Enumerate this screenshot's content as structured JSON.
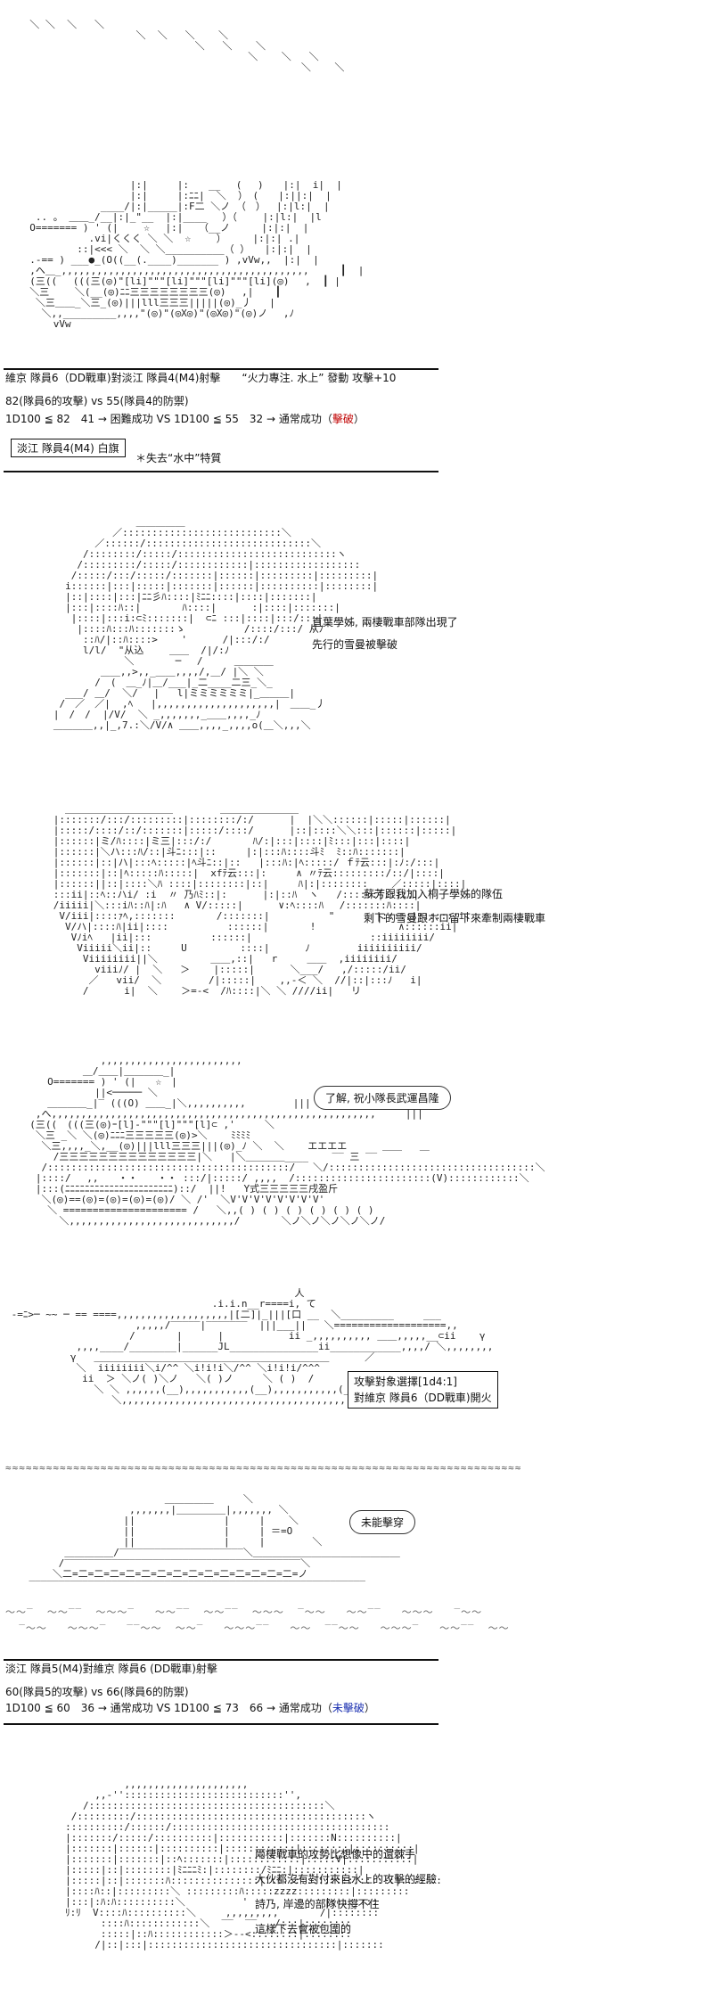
{
  "panel1": {
    "header": "維京 隊員6（DD戰車)對淡江 隊員4(M4)射擊　　“火力專注. 水上” 發動 攻擊+10",
    "stats": "82(隊員6的攻擊) vs 55(隊員4的防禦)",
    "roll_prefix": "1D100 ≦ 82　41 → 困難成功 VS 1D100 ≦ 55　32 → 通常成功（",
    "roll_result": "擊破",
    "roll_suffix": "）",
    "flag_box": "淡江 隊員4(M4) 白旗",
    "trait": "＊失去“水中”特質"
  },
  "panel2": {
    "line1": "直葉學姊, 兩棲戰車部隊出現了",
    "line2": "先行的雪曼被擊破"
  },
  "panel3": {
    "line1": "蘇芳跟我加入桐子學姊的隊伍",
    "line2": "剩下的雪曼跟ホロ留下來牽制兩棲戰車"
  },
  "panel4": {
    "bubble": "了解, 祝小隊長武運昌隆"
  },
  "panel5": {
    "box_line1": "攻擊對象選擇[1d4:1]",
    "box_line2": "對維京 隊員6（DD戰車)開火"
  },
  "panel6": {
    "bubble": "未能擊穿"
  },
  "panel7": {
    "header": "淡江 隊員5(M4)對維京 隊員6 (DD戰車)射擊",
    "stats": "60(隊員5的攻擊) vs 66(隊員6的防禦)",
    "roll_prefix": "1D100 ≦ 60　36 → 通常成功 VS 1D100 ≦ 73　66 → 通常成功（",
    "roll_result": "未擊破",
    "roll_suffix": "）"
  },
  "panel8": {
    "line1": "兩棲戰車的攻勢比想像中的還棘手",
    "line2": "大伙都沒有對付來自水上的攻擊的經驗",
    "line3": "詩乃, 岸邊的部隊快撐不住",
    "line4": "這樣下去會被包圍的"
  }
}
